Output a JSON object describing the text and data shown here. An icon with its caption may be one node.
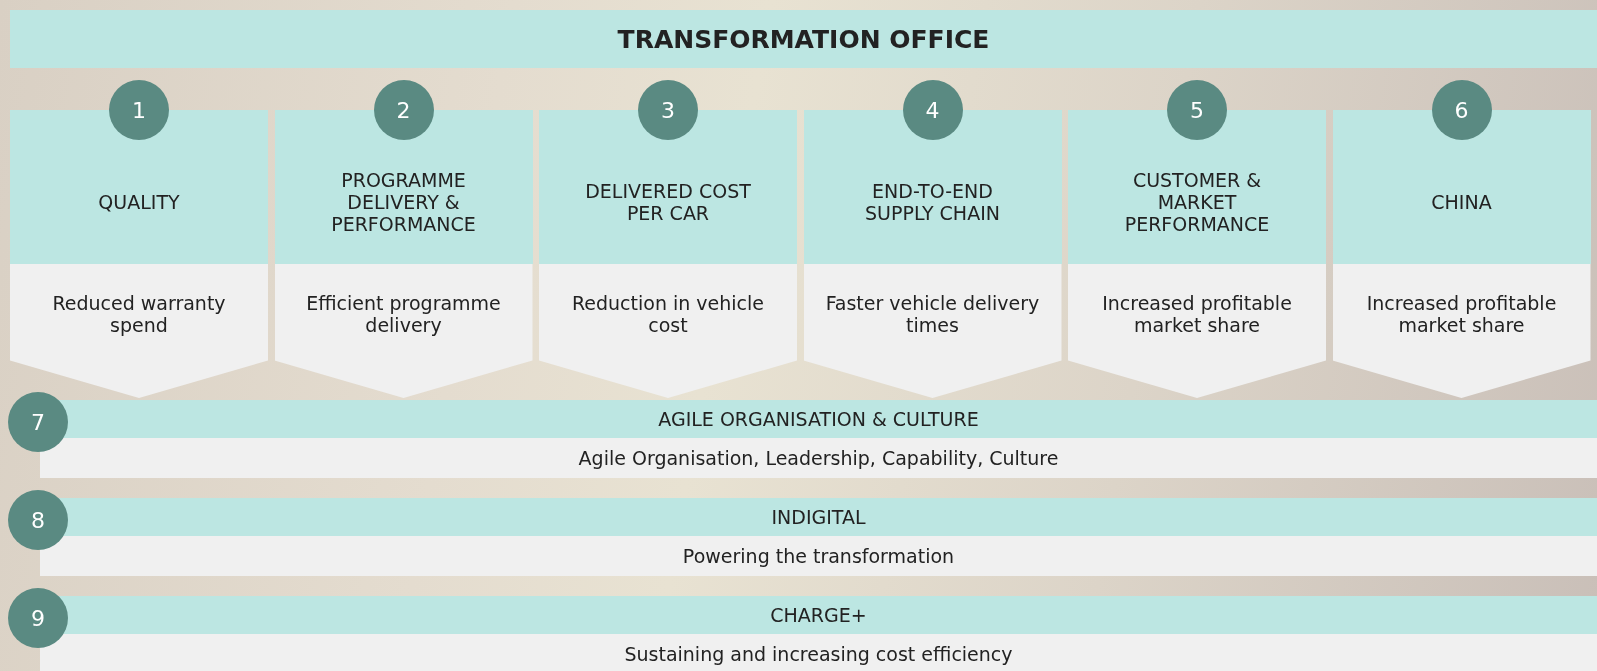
{
  "diagram": {
    "title": "TRANSFORMATION OFFICE",
    "nodes": [
      {
        "text": [
          "QUALITY",
          "Reduced warranty spend"
        ]
      },
      {
        "text": [
          "1"
        ]
      },
      {
        "text": [
          "PROGRAMME DELIVERY & PERFORMANCE",
          "Efficient programme delivery"
        ]
      },
      {
        "text": [
          "2"
        ]
      },
      {
        "text": [
          "DELIVERED COST PER CAR",
          "Reduction in vehicle cost"
        ]
      },
      {
        "text": [
          "3"
        ]
      },
      {
        "text": [
          "END-TO-END SUPPLY CHAIN",
          "Faster vehicle delivery times"
        ]
      },
      {
        "text": [
          "4"
        ]
      },
      {
        "text": [
          "CUSTOMER & MARKET PERFORMANCE",
          "Increased profitable market share"
        ]
      },
      {
        "text": [
          "5"
        ]
      },
      {
        "text": [
          "CHINA",
          "Increased profitable market share"
        ]
      },
      {
        "text": [
          "6"
        ]
      },
      {
        "text": [
          "AGILE ORGANISATION & CULTURE",
          "Agile Organisation, Leadership, Capability, Culture"
        ]
      },
      {
        "text": [
          "7"
        ]
      },
      {
        "text": [
          "INDIGITAL",
          "Powering the transformation"
        ]
      },
      {
        "text": [
          "8"
        ]
      },
      {
        "text": [
          "CHARGE+",
          "Sustaining and increasing cost efficiency"
        ]
      },
      {
        "text": [
          "9"
        ]
      }
    ]
  }
}
